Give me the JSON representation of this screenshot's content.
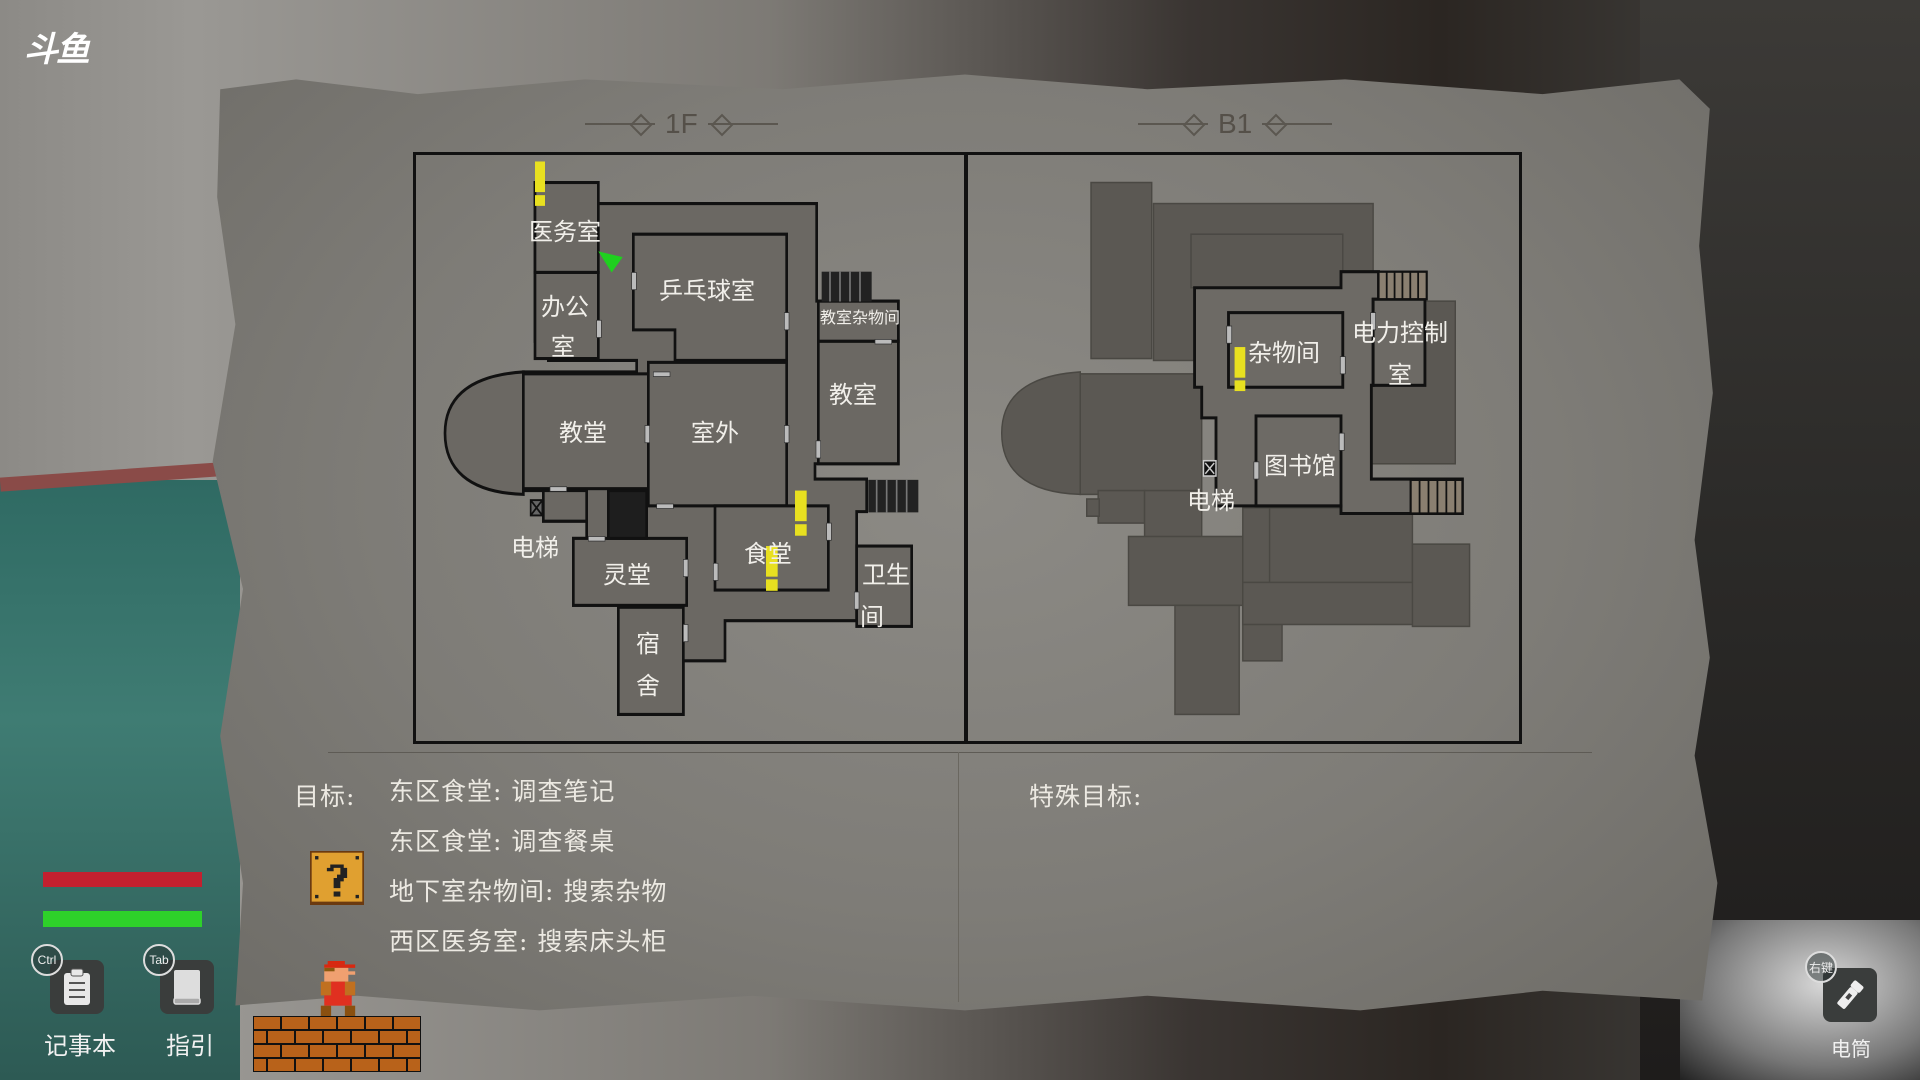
{
  "logo": "斗鱼",
  "map": {
    "floor_1": {
      "title": "1F",
      "rooms": [
        "医务室",
        "办公",
        "室",
        "乒乓球室",
        "教室杂物间",
        "教室",
        "教堂",
        "室外",
        "电梯",
        "灵堂",
        "食堂",
        "卫生",
        "间",
        "宿",
        "舍"
      ]
    },
    "floor_b1": {
      "title": "B1",
      "rooms": [
        "杂物间",
        "电力控制",
        "室",
        "图书馆",
        "电梯"
      ]
    },
    "player_marker_color": "#1fd01f",
    "objective_marker_color": "#e8e020"
  },
  "objectives": {
    "label": "目标:",
    "items": [
      "东区食堂: 调查笔记",
      "东区食堂: 调查餐桌",
      "地下室杂物间: 搜索杂物",
      "西区医务室: 搜索床头柜"
    ],
    "special_label": "特殊目标:"
  },
  "hud": {
    "health_color": "#c4202f",
    "stamina_color": "#2ed12a",
    "health_fraction": 1.0,
    "stamina_fraction": 1.0,
    "notebook": {
      "key": "Ctrl",
      "label": "记事本",
      "icon": "clipboard-icon"
    },
    "guide": {
      "key": "Tab",
      "label": "指引",
      "icon": "book-icon"
    },
    "flashlight": {
      "key": "右键",
      "label": "电筒",
      "icon": "flashlight-icon"
    }
  }
}
